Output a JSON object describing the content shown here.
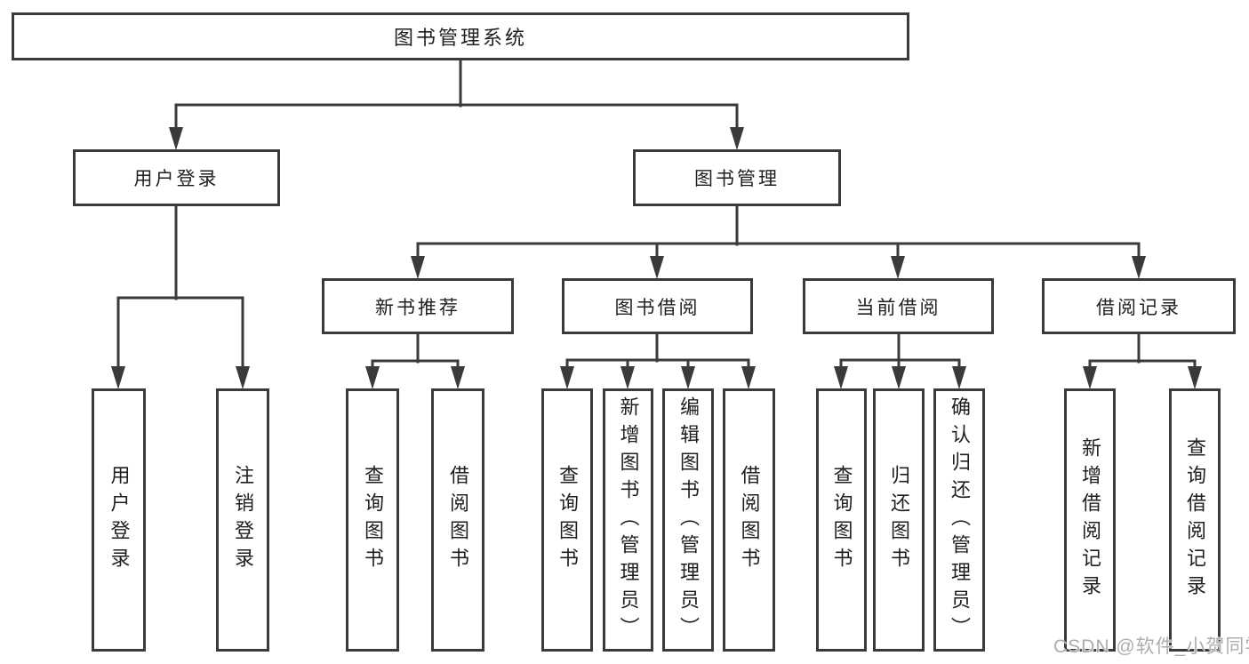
{
  "diagram": {
    "root": {
      "label": "图书管理系统"
    },
    "branches": [
      {
        "label": "用户登录",
        "children": [
          {
            "label": "用户登录"
          },
          {
            "label": "注销登录"
          }
        ]
      },
      {
        "label": "图书管理",
        "children": [
          {
            "label": "新书推荐",
            "children": [
              {
                "label": "查询图书"
              },
              {
                "label": "借阅图书"
              }
            ]
          },
          {
            "label": "图书借阅",
            "children": [
              {
                "label": "查询图书"
              },
              {
                "label": "新增图书（管理员）"
              },
              {
                "label": "编辑图书（管理员）"
              },
              {
                "label": "借阅图书"
              }
            ]
          },
          {
            "label": "当前借阅",
            "children": [
              {
                "label": "查询图书"
              },
              {
                "label": "归还图书"
              },
              {
                "label": "确认归还（管理员）"
              }
            ]
          },
          {
            "label": "借阅记录",
            "children": [
              {
                "label": "新增借阅记录"
              },
              {
                "label": "查询借阅记录"
              }
            ]
          }
        ]
      }
    ]
  },
  "watermark": {
    "text": "CSDN @软件_小贺同学"
  },
  "colors": {
    "line": "#3a3a3a",
    "text": "#1f1f1f",
    "watermark": "#adadad",
    "background": "#ffffff"
  }
}
